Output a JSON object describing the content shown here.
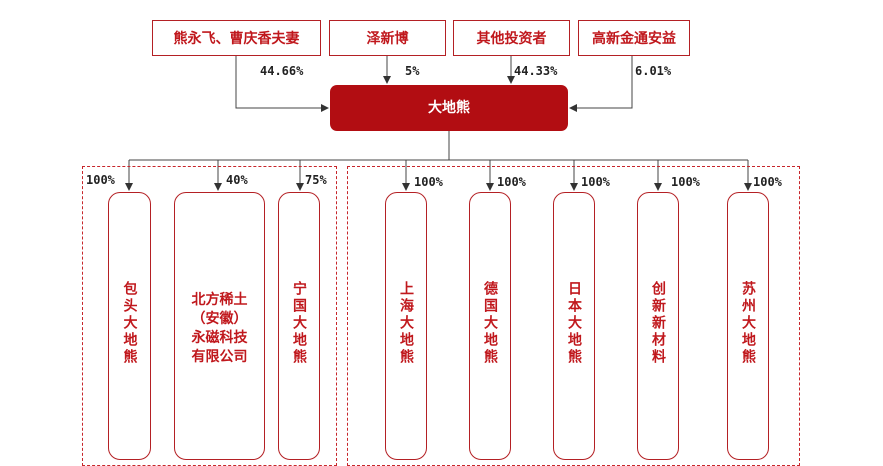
{
  "shareholders": [
    {
      "name": "熊永飞、曹庆香夫妻",
      "pct": "44.66%"
    },
    {
      "name": "泽新博",
      "pct": "5%"
    },
    {
      "name": "其他投资者",
      "pct": "44.33%"
    },
    {
      "name": "高新金通安益",
      "pct": "6.01%"
    }
  ],
  "parent": {
    "name": "大地熊"
  },
  "subsidiaries": [
    {
      "name": "包头大地熊",
      "pct": "100%"
    },
    {
      "name": "北方稀土（安徽）永磁科技有限公司",
      "line1": "北方稀土",
      "line2": "（安徽）",
      "line3": "永磁科技",
      "line4": "有限公司",
      "pct": "40%"
    },
    {
      "name": "宁国大地熊",
      "pct": "75%"
    },
    {
      "name": "上海大地熊",
      "pct": "100%"
    },
    {
      "name": "德国大地熊",
      "pct": "100%"
    },
    {
      "name": "日本大地熊",
      "pct": "100%"
    },
    {
      "name": "创新新材料",
      "pct": "100%"
    },
    {
      "name": "苏州大地熊",
      "pct": "100%"
    }
  ]
}
